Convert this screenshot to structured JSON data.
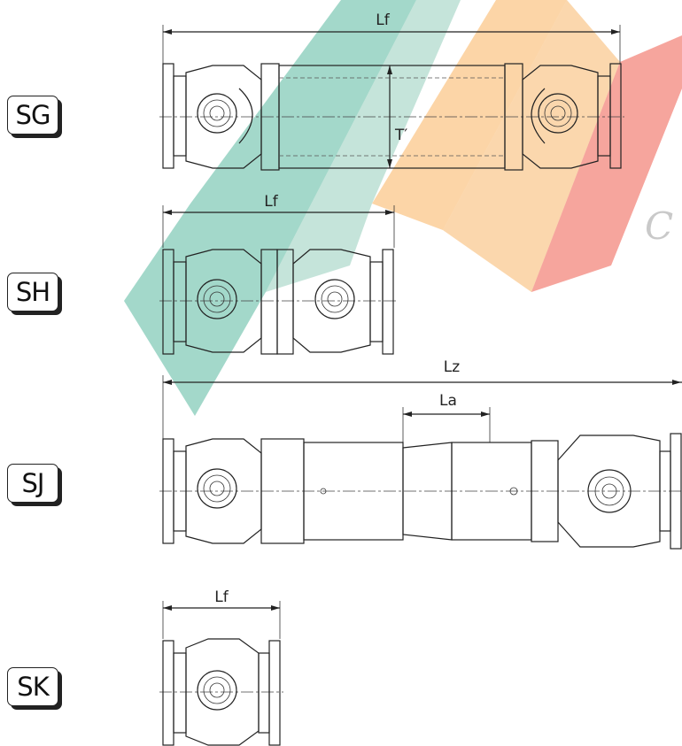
{
  "variants": [
    {
      "code": "SG",
      "dims": [
        "Lf",
        "T′"
      ]
    },
    {
      "code": "SH",
      "dims": [
        "Lf"
      ]
    },
    {
      "code": "SJ",
      "dims": [
        "Lz",
        "La"
      ]
    },
    {
      "code": "SK",
      "dims": [
        "Lf"
      ]
    }
  ],
  "watermark": {
    "partial_text": "C",
    "colors": [
      "#4db89e",
      "#f7a64a",
      "#e8413c"
    ]
  }
}
